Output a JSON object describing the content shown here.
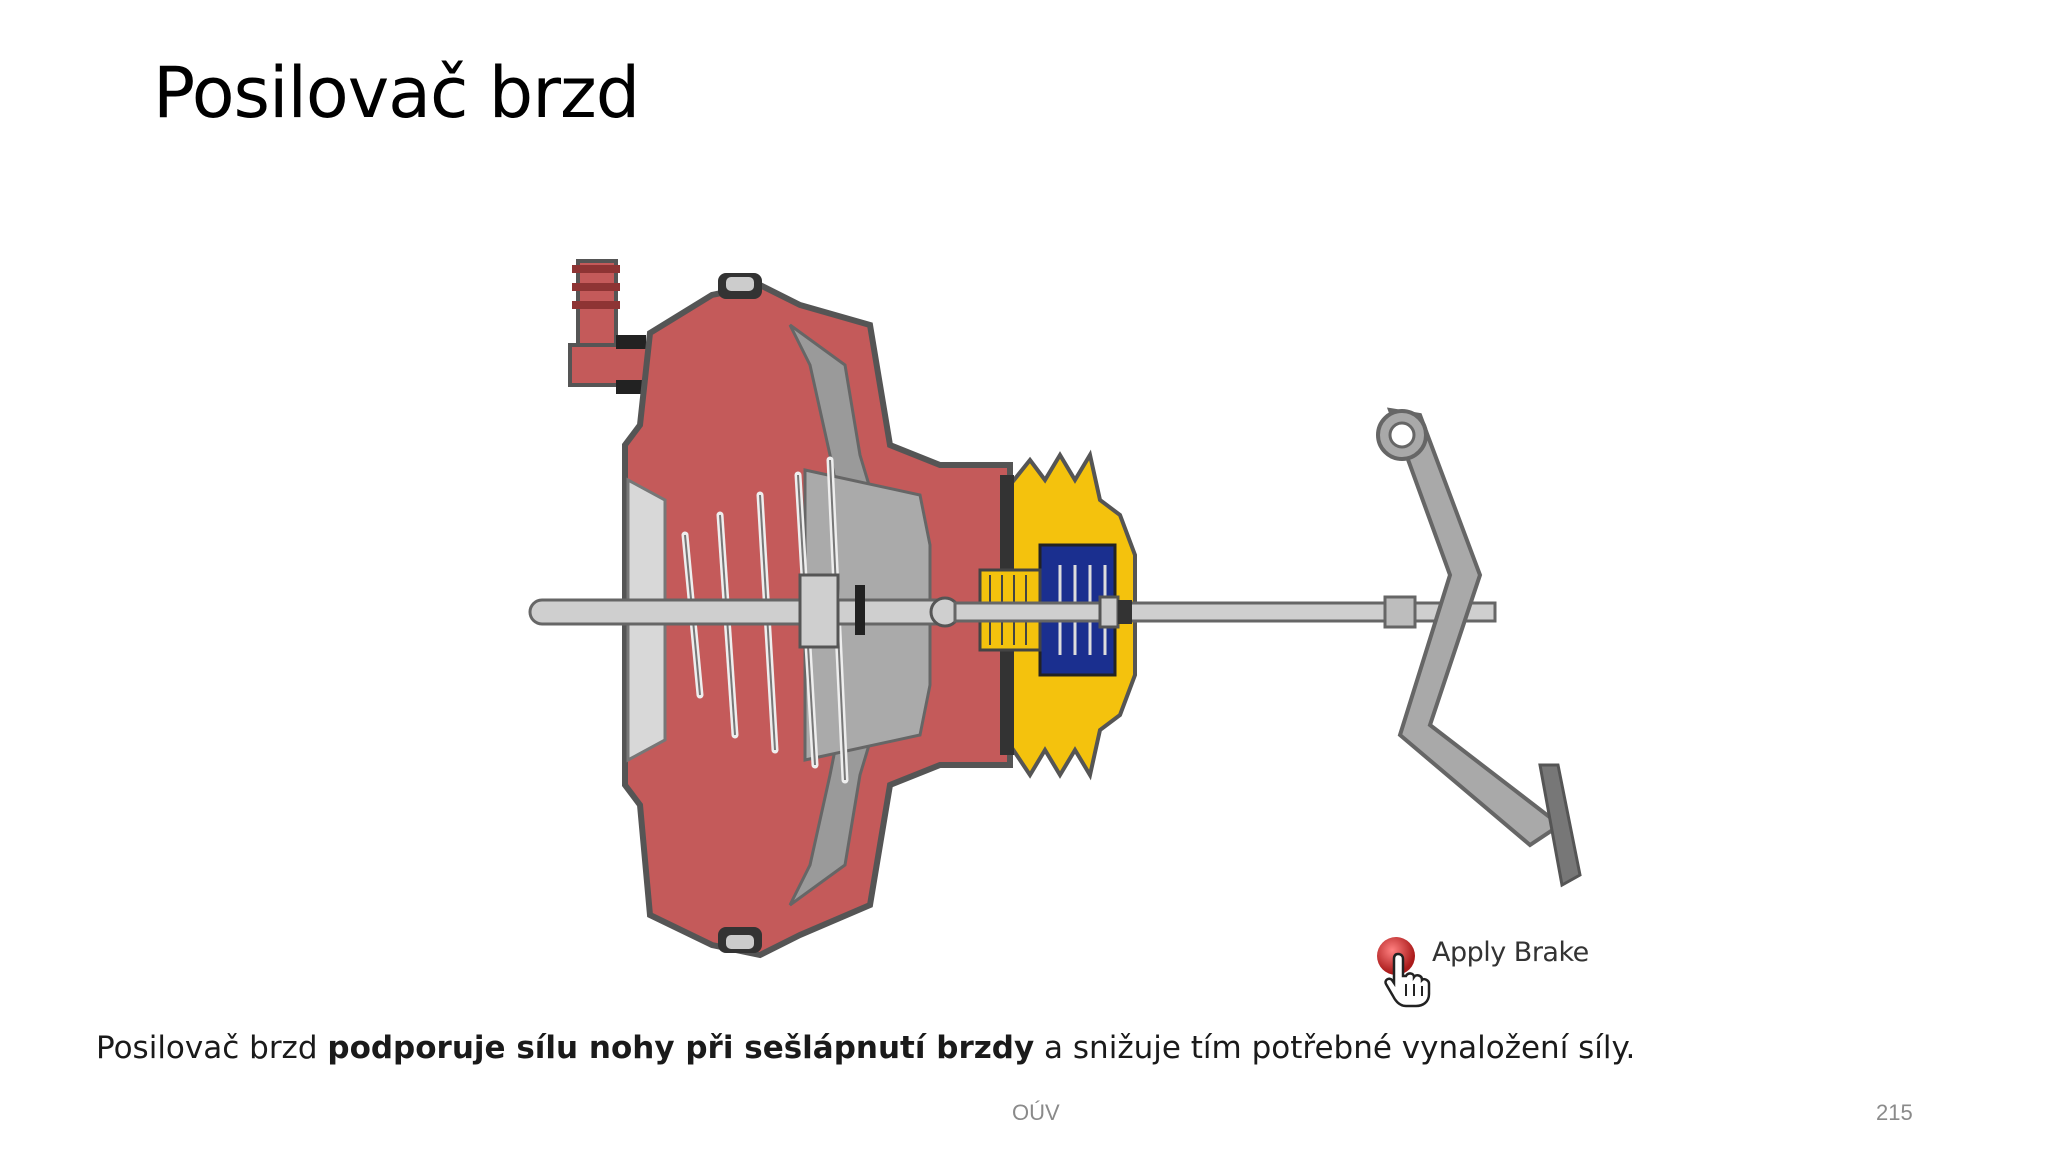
{
  "slide": {
    "title": "Posilovač brzd",
    "body": {
      "part1": "Posilovač brzd ",
      "bold": "podporuje sílu nohy při sešlápnutí brzdy",
      "part2": " a snižuje tím potřebné vynaložení síly."
    },
    "footer": "OÚV",
    "page_number": "215"
  },
  "figure": {
    "button_label": "Apply Brake",
    "colors": {
      "housing": "#c45a5a",
      "housing_dark": "#8e3434",
      "metal": "#b9b9b9",
      "yellow": "#f4c20d",
      "blue": "#1a2f8f",
      "button": "#cc2222"
    }
  }
}
